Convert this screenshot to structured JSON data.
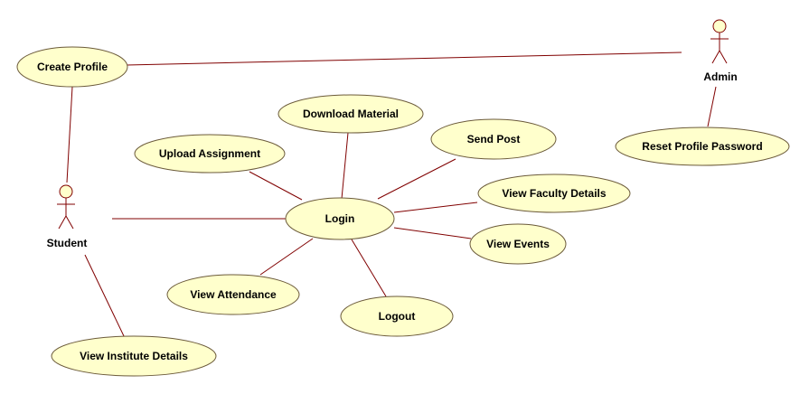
{
  "actors": {
    "admin": "Admin",
    "student": "Student"
  },
  "use_cases": {
    "create_profile": "Create Profile",
    "reset_profile_password": "Reset Profile Password",
    "download_material": "Download Material",
    "upload_assignment": "Upload Assignment",
    "send_post": "Send Post",
    "view_faculty_details": "View Faculty Details",
    "login": "Login",
    "view_events": "View Events",
    "view_attendance": "View Attendance",
    "logout": "Logout",
    "view_institute_details": "View Institute Details"
  },
  "colors": {
    "use_case_fill": "#ffffcc",
    "association_line": "#800000"
  }
}
